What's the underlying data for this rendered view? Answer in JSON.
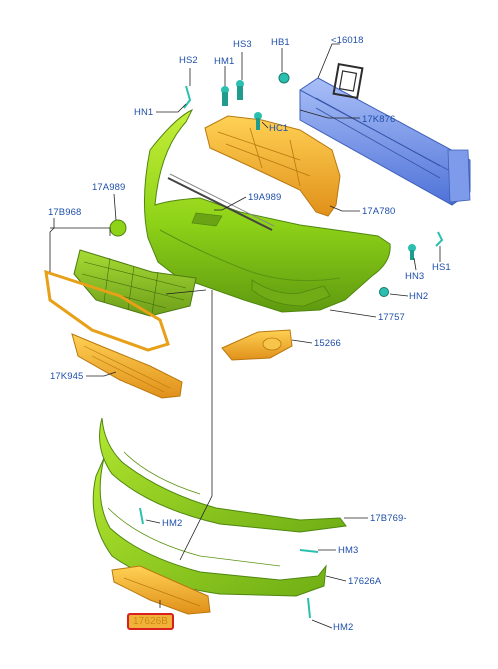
{
  "labels": {
    "hs2": "HS2",
    "hm1": "HM1",
    "hs3": "HS3",
    "hb1": "HB1",
    "p16018": "<16018",
    "hn1": "HN1",
    "hc1": "HC1",
    "p17k876": "17K876",
    "p17a989": "17A989",
    "p19a989": "19A989",
    "p17a780": "17A780",
    "p17b968": "17B968",
    "hn3": "HN3",
    "hs1": "HS1",
    "hn2_top": "HN2",
    "p17757": "17757",
    "p15266": "15266",
    "p17k945": "17K945",
    "hm2_mid": "HM2",
    "p17b769": "17B769-",
    "hm3": "HM3",
    "p17626a": "17626A",
    "p17626b": "17626B",
    "hm2_bot": "HM2"
  },
  "colors": {
    "label_text": "#1f4fa8",
    "leader_line": "#222222",
    "bumper_green": "#8fd318",
    "absorber_orange": "#f0a824",
    "beam_blue": "#6f8fe8",
    "clip_teal": "#2bbfb0",
    "highlight_fill": "#f2b23a",
    "highlight_border": "#d82020"
  }
}
